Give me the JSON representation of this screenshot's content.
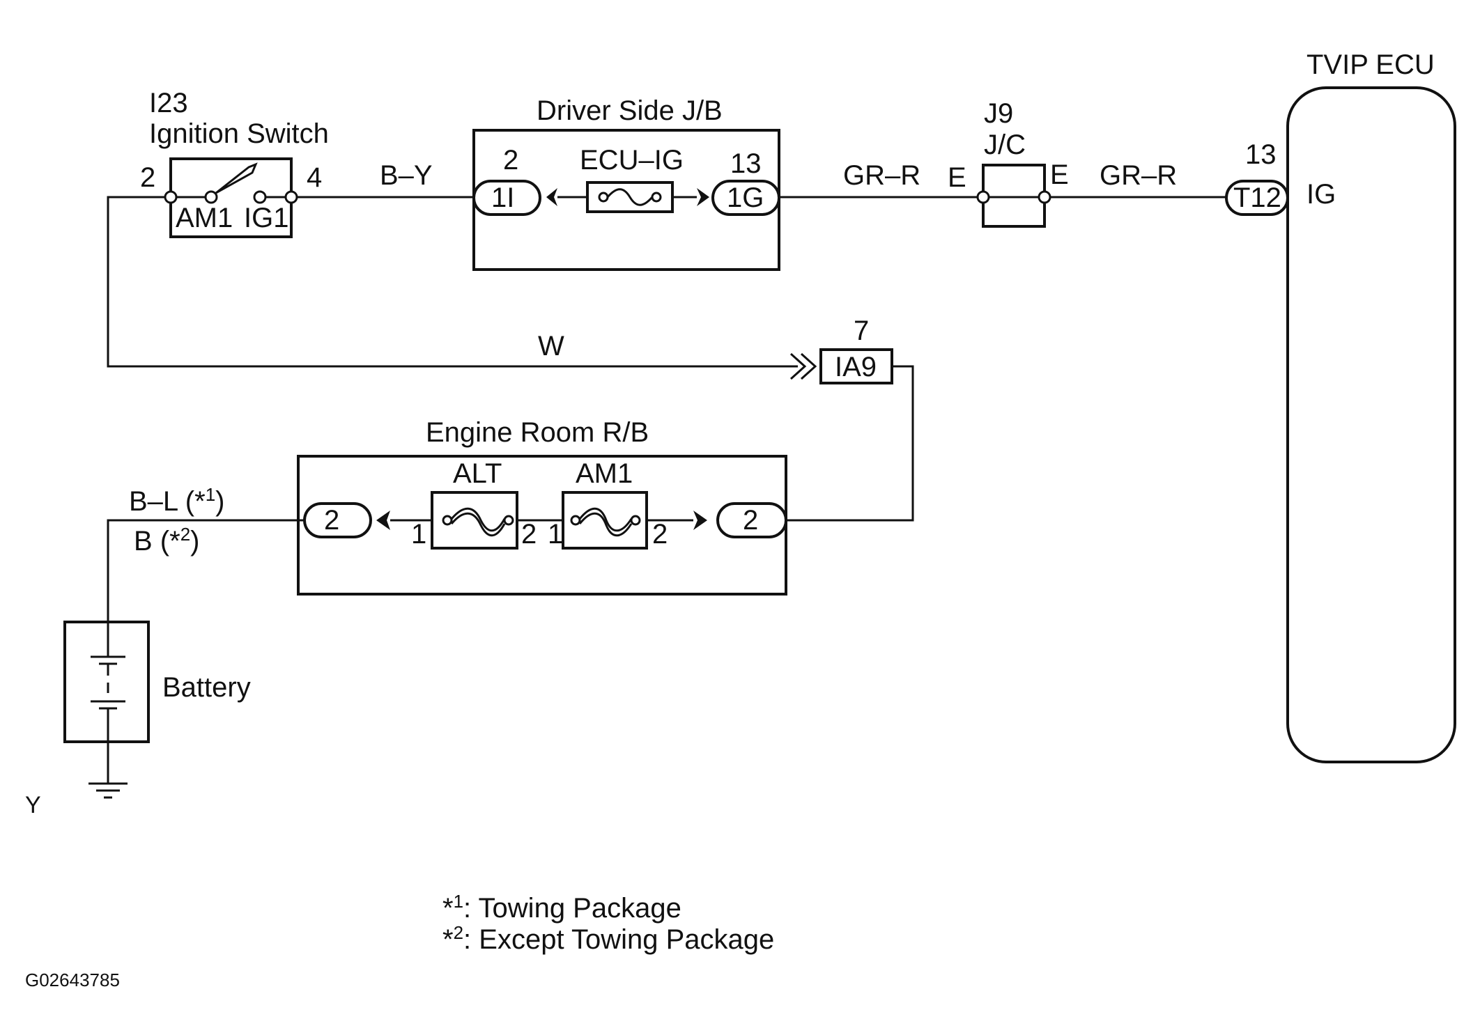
{
  "components": {
    "ignition_switch": {
      "code": "I23",
      "name": "Ignition Switch",
      "pin_left": "2",
      "pin_right": "4",
      "contact_left": "AM1",
      "contact_right": "IG1"
    },
    "driver_jb": {
      "name": "Driver Side J/B",
      "left_pin_num": "2",
      "left_conn": "1I",
      "fuse": "ECU–IG",
      "right_pin_num": "13",
      "right_conn": "1G"
    },
    "jc": {
      "code": "J9",
      "name": "J/C",
      "pin_left": "E",
      "pin_right": "E"
    },
    "ecu": {
      "name": "TVIP ECU",
      "pin_num": "13",
      "conn": "T12",
      "terminal": "IG"
    },
    "ia9": {
      "pin_num": "7",
      "conn": "IA9"
    },
    "engine_rb": {
      "name": "Engine Room R/B",
      "left_conn": "2",
      "right_conn": "2",
      "fuse1_name": "ALT",
      "fuse1_pin_in": "1",
      "fuse1_pin_out": "2",
      "fuse2_name": "AM1",
      "fuse2_pin_in": "1",
      "fuse2_pin_out": "2"
    },
    "battery": {
      "name": "Battery"
    }
  },
  "wires": {
    "sw_to_jb": "B–Y",
    "jb_to_jc": "GR–R",
    "jc_to_ecu": "GR–R",
    "w_line": "W",
    "batt_line_1_base": "B–L (*",
    "batt_line_1_sup": "1",
    "batt_line_1_end": ")",
    "batt_line_2_base": "B (*",
    "batt_line_2_sup": "2",
    "batt_line_2_end": ")"
  },
  "ground_label": "Y",
  "notes": [
    {
      "mark": "*",
      "sup": "1",
      "text": ": Towing Package"
    },
    {
      "mark": "*",
      "sup": "2",
      "text": ": Except Towing Package"
    }
  ],
  "figure_code": "G02643785"
}
